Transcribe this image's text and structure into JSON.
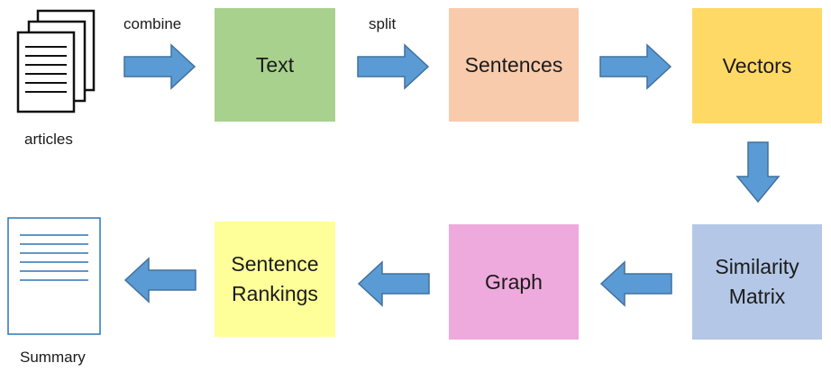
{
  "colors": {
    "arrow": "#5b9bd5",
    "text_box": "#a9d18e",
    "sentences_box": "#f8cbad",
    "vectors_box": "#ffd966",
    "similarity_box": "#b4c7e7",
    "graph_box": "#eeaadc",
    "rankings_box": "#ffff99"
  },
  "labels": {
    "combine": "combine",
    "split": "split",
    "articles": "articles",
    "summary": "Summary"
  },
  "nodes": {
    "text": "Text",
    "sentences": "Sentences",
    "vectors": "Vectors",
    "similarity": [
      "Similarity",
      "Matrix"
    ],
    "graph": "Graph",
    "rankings": [
      "Sentence",
      "Rankings"
    ]
  },
  "icons": {
    "articles": "stacked-documents-icon",
    "summary": "summary-document-icon",
    "arrow": "block-arrow-icon"
  }
}
